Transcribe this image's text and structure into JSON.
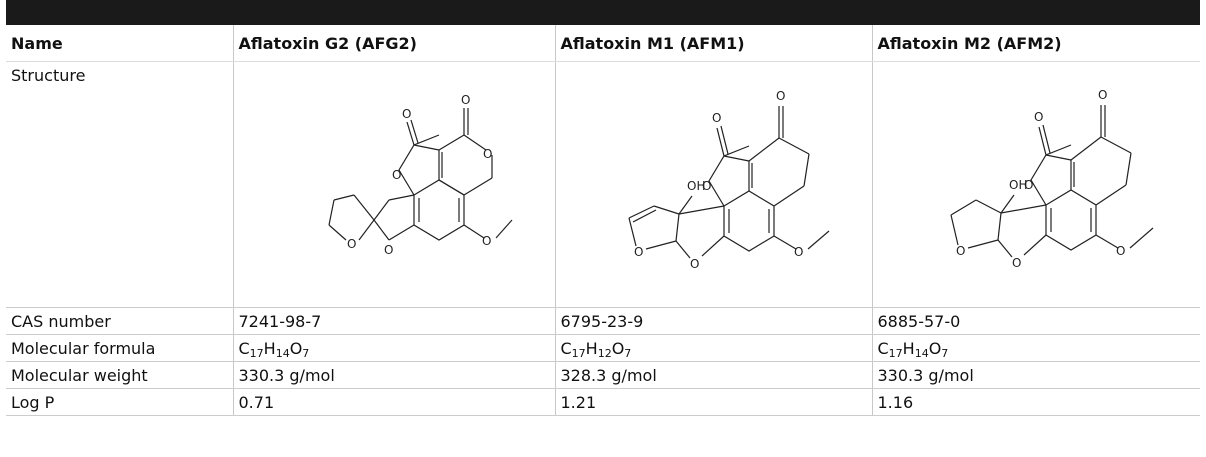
{
  "header": {
    "name": "Name",
    "col1": "Aflatoxin G2 (AFG2)",
    "col2": "Aflatoxin M1 (AFM1)",
    "col3": "Aflatoxin M2 (AFM2)"
  },
  "rows": {
    "structure": {
      "label": "Structure"
    },
    "cas": {
      "label": "CAS number",
      "v1": "7241-98-7",
      "v2": "6795-23-9",
      "v3": "6885-57-0"
    },
    "formula": {
      "label": "Molecular formula",
      "v1": {
        "c": "C",
        "c_n": "17",
        "h": "H",
        "h_n": "14",
        "o": "O",
        "o_n": "7"
      },
      "v2": {
        "c": "C",
        "c_n": "17",
        "h": "H",
        "h_n": "12",
        "o": "O",
        "o_n": "7"
      },
      "v3": {
        "c": "C",
        "c_n": "17",
        "h": "H",
        "h_n": "14",
        "o": "O",
        "o_n": "7"
      }
    },
    "mw": {
      "label": "Molecular weight",
      "v1": "330.3 g/mol",
      "v2": "328.3 g/mol",
      "v3": "330.3 g/mol"
    },
    "logp": {
      "label": "Log P",
      "v1": "0.71",
      "v2": "1.21",
      "v3": "1.16"
    }
  },
  "atoms": {
    "o": "O",
    "oh": "OH"
  },
  "colors": {
    "header_rule": "#1a1a1a",
    "grid": "#c8c8c8",
    "text": "#111111"
  }
}
